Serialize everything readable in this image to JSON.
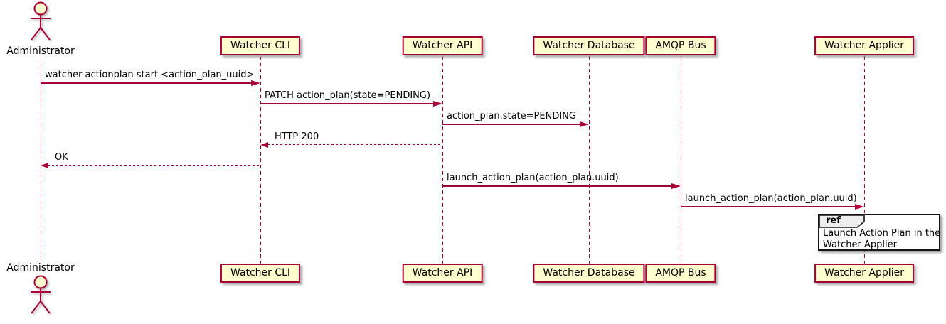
{
  "diagram": {
    "type": "sequence",
    "actor": {
      "label": "Administrator"
    },
    "participants": [
      {
        "id": "cli",
        "label": "Watcher CLI"
      },
      {
        "id": "api",
        "label": "Watcher API"
      },
      {
        "id": "db",
        "label": "Watcher Database"
      },
      {
        "id": "amqp",
        "label": "AMQP Bus"
      },
      {
        "id": "applier",
        "label": "Watcher Applier"
      }
    ],
    "messages": [
      {
        "from": "administrator",
        "to": "cli",
        "text": "watcher actionplan start <action_plan_uuid>",
        "style": "solid"
      },
      {
        "from": "cli",
        "to": "api",
        "text": "PATCH action_plan(state=PENDING)",
        "style": "solid"
      },
      {
        "from": "api",
        "to": "db",
        "text": "action_plan.state=PENDING",
        "style": "solid"
      },
      {
        "from": "api",
        "to": "cli",
        "text": "HTTP 200",
        "style": "dashed"
      },
      {
        "from": "cli",
        "to": "administrator",
        "text": "OK",
        "style": "dashed"
      },
      {
        "from": "api",
        "to": "amqp",
        "text": "launch_action_plan(action_plan.uuid)",
        "style": "solid"
      },
      {
        "from": "amqp",
        "to": "applier",
        "text": "launch_action_plan(action_plan.uuid)",
        "style": "solid"
      }
    ],
    "ref_fragment": {
      "keyword": "ref",
      "over": "applier",
      "lines": [
        "Launch Action Plan in the",
        "Watcher Applier"
      ]
    },
    "colors": {
      "line": "#A80036",
      "participant_fill": "#FEFECE",
      "ref_border": "#151515",
      "ref_label_fill": "#EEEEEE",
      "text": "#000000",
      "background": "#FFFFFF"
    }
  }
}
